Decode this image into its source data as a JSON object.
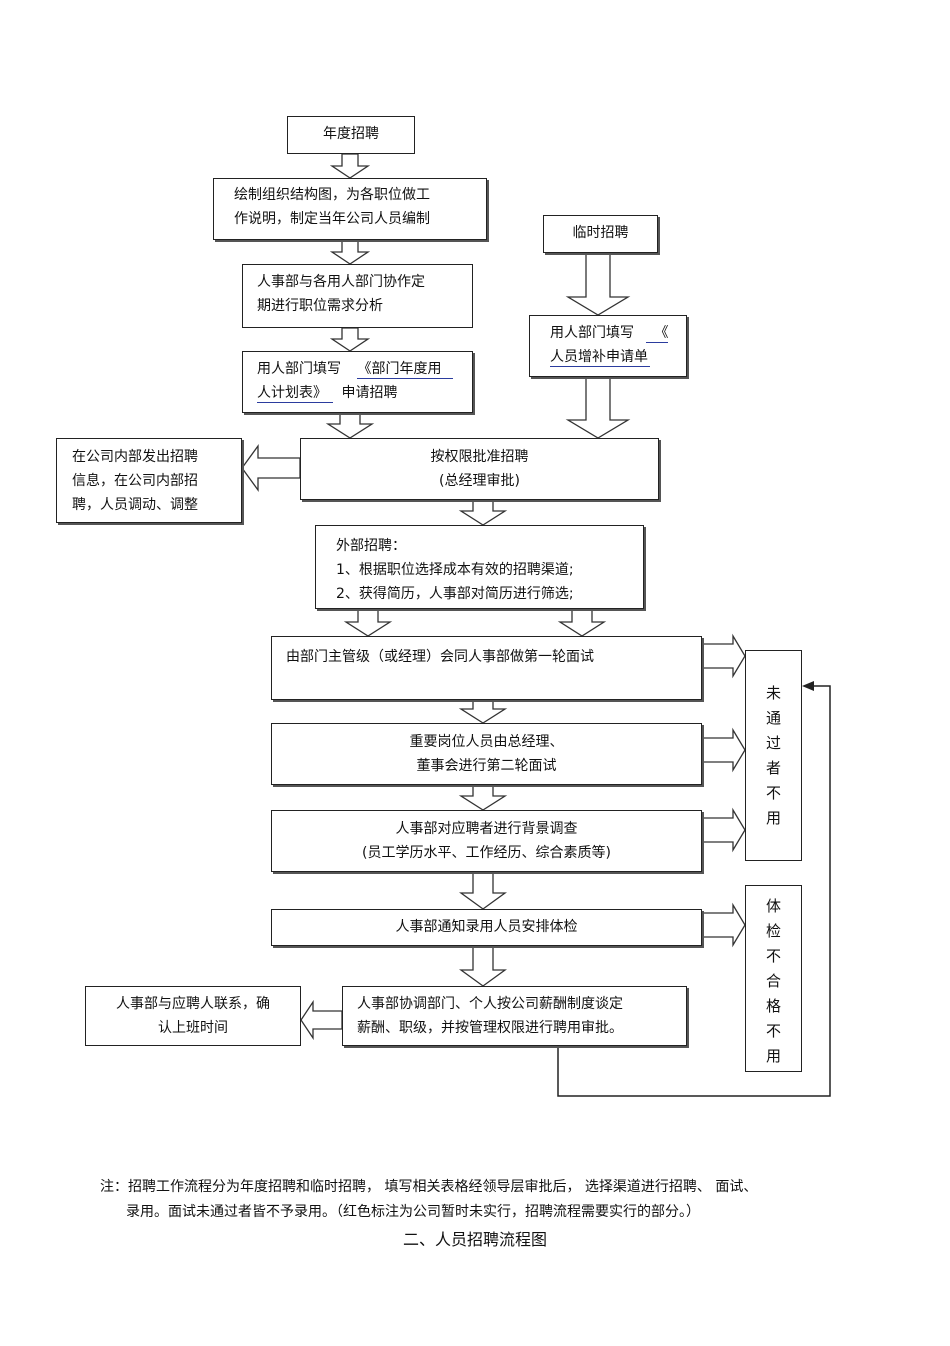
{
  "boxes": {
    "annual_recruit": "年度招聘",
    "org_chart": [
      "绘制组织结构图，为各职位做工",
      "作说明，制定当年公司人员编制"
    ],
    "temp_recruit": "临时招聘",
    "needs_analysis": [
      "人事部与各用人部门协作定",
      "期进行职位需求分析"
    ],
    "dept_fill_annual": {
      "prefix": "用人部门填写",
      "link1": "《部门年度用",
      "link2": "人计划表》",
      "suffix": "申请招聘"
    },
    "dept_fill_temp": {
      "prefix": "用人部门填写",
      "link1": "《",
      "link2": "人员增补申请单"
    },
    "approve": [
      "按权限批准招聘",
      "(总经理审批)"
    ],
    "internal": [
      "在公司内部发出招聘",
      "信息，在公司内部招",
      "聘，人员调动、调整"
    ],
    "external": [
      "外部招聘：",
      "1、根据职位选择成本有效的招聘渠道;",
      "2、获得简历，人事部对简历进行筛选;"
    ],
    "interview1": "由部门主管级（或经理）会同人事部做第一轮面试",
    "interview2": [
      "重要岗位人员由总经理、",
      "董事会进行第二轮面试"
    ],
    "background": [
      "人事部对应聘者进行背景调查",
      "(员工学历水平、工作经历、综合素质等)"
    ],
    "physical": "人事部通知录用人员安排体检",
    "salary": [
      "人事部协调部门、个人按公司薪酬制度谈定",
      "薪酬、职级，并按管理权限进行聘用审批。"
    ],
    "contact": [
      "人事部与应聘人联系，确",
      "认上班时间"
    ],
    "fail_interview": [
      "未",
      "通",
      "过",
      "者",
      "不",
      "用"
    ],
    "fail_physical": [
      "体",
      "检",
      "不",
      "合",
      "格",
      "不",
      "用"
    ]
  },
  "note": {
    "line1": "注：招聘工作流程分为年度招聘和临时招聘，        填写相关表格经领导层审批后，        选择渠道进行招聘、     面试、",
    "line2": "录用。面试未通过者皆不予录用。（红色标注为公司暂时未实行，招聘流程需要实行的部分。）"
  },
  "title": "二、人员招聘流程图"
}
